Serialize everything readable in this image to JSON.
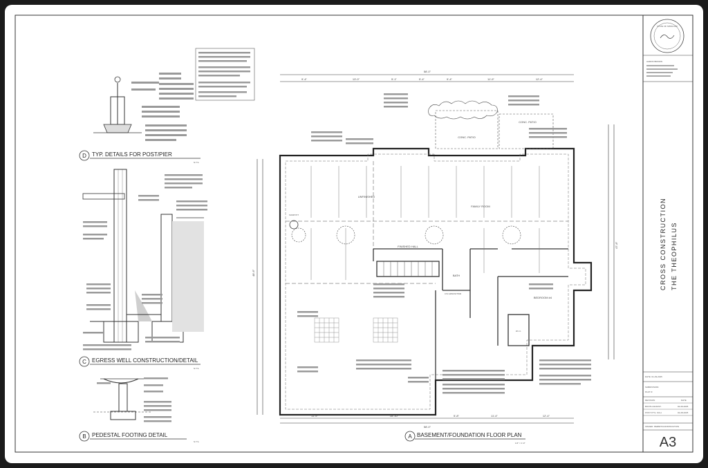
{
  "details": {
    "post_pier": {
      "letter": "D",
      "title": "TYP. DETAILS FOR POST/PIER",
      "scale": "N.T.S."
    },
    "egress_well": {
      "letter": "C",
      "title": "EGRESS WELL CONSTRUCTION/DETAIL",
      "scale": "N.T.S."
    },
    "pedestal": {
      "letter": "B",
      "title": "PEDESTAL FOOTING DETAIL",
      "scale": "N.T.S."
    },
    "floor_plan": {
      "letter": "A",
      "title": "BASEMENT/FOUNDATION FLOOR PLAN",
      "scale": "1/4\" = 1'-0\""
    }
  },
  "rooms": {
    "unfinished": "UNFINISHED",
    "family_room": "FAMILY ROOM",
    "finished_hall": "FINISHED HALL",
    "bedroom": "BEDROOM #4",
    "bath": "BATH",
    "wic": "W.I.C.",
    "conc_patio_1": "CONC. PATIO",
    "conc_patio_2": "CONC. PATIO",
    "sump_pit": "SUMP PIT",
    "furnace": "F/G",
    "wh": "C/S GRNDS/TWR"
  },
  "dimensions": {
    "overall_top": "58'-0\"",
    "overall_bottom": "58'-0\"",
    "top_segments": [
      "9'-4\"",
      "13'-0\"",
      "5'-1\"",
      "5'-4\"",
      "9'-4\"",
      "11'-9\"",
      "12'-4\""
    ],
    "bottom_segments": [
      "11'-9\"",
      "18'-10\"",
      "5'-8\"",
      "11'-4\"",
      "12'-4\""
    ],
    "left_overall": "48'-6\"",
    "right_overall": "47'-8\""
  },
  "notes": {
    "footing": "HALF HT. FOOTING WALL (TYPICAL FOR ALL U.N.O.)",
    "foundation_wall": "FOUNDATION WALL (TYPICAL FOR ALL U.N.O.)",
    "frost_footing": "FROST FOOTING",
    "retaining_wall": "RETAINING WALL",
    "conc_patio_note": "CONFIGURATION OF STEPS TO GRADE BY CONTRACTOR",
    "slab": "4\" (MIN) CONC. SLAB ROOF",
    "pedestal_note": "18\" x 18\" COLUMN W/ 2 - 1/2\" REBAR",
    "egress_note": "NOTE: WINDOW WELL SIDE PANELS MUST EXTEND ABOVE GRADE"
  },
  "title_block": {
    "seal_text": "STATE OF MISSOURI",
    "designer_name": "AARON BROWN",
    "company": "CROSS CONSTRUCTION",
    "project": "THE THEOPHILUS",
    "date_label": "DATE: 01-29-2025",
    "subdivision_label": "SUBDIVISION:",
    "plot_label": "PLOT #:",
    "revision_header": "REVISION",
    "revision_date_header": "DATE",
    "revisions": [
      {
        "name": "BOOTH ADJUST.",
        "date": "02-29-2025"
      },
      {
        "name": "POST FT'G. SCH.",
        "date": "02-28-2025"
      }
    ],
    "issued_label": "ISSUED: PERMIT/CONSTRUCTION",
    "sheet_number": "A3"
  }
}
